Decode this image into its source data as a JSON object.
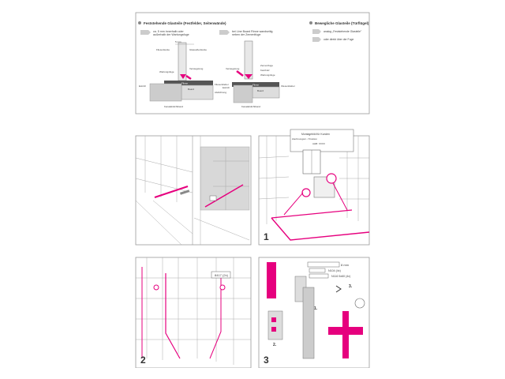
{
  "colors": {
    "accent": "#e6007e",
    "line": "#888888",
    "tile": "#bbbbbb",
    "dark": "#444444"
  },
  "legend": {
    "fixed_title": "Feststehende Glasteile (Festfelder, Seitenwände)",
    "fixed_item1a": "ca. 5 mm innerhalb oder",
    "fixed_item1b": "außerhalb der Wartungsfuge",
    "fixed_item2a": "bei Line Board Rinne wandseitig",
    "fixed_item2b": "neben der Zementfuge",
    "moving_title": "Bewegliche Glasteile (Türflügel)",
    "moving_item1": "analog „Feststehende Glasteile\"",
    "moving_item2": "oder direkt über der Fuge"
  },
  "diagram_left": {
    "label_5mm": "5 mm",
    "label_fliesenkante": "Fliesenkante",
    "label_glaskante": "Glasaußenkante",
    "label_versiegelung": "Versiegelung",
    "label_wartungsfuge": "Wartungsfuge",
    "label_estrich": "Estrich",
    "label_fliese": "Fliese",
    "label_fliesenkleber": "Fliesenkleber",
    "label_board": "Board",
    "label_kanal": "Kanalabdichtband",
    "label_abdichtung": "Abdichtung"
  },
  "diagram_right": {
    "label_versiegelung": "Versiegelung",
    "label_zementfuge": "Zementfuge",
    "label_kantholz": "Kantholz",
    "label_wartungsfuge": "Wartungsfuge",
    "label_estrich": "Estrich",
    "label_fliese": "Fliese",
    "label_fliesenkleber": "Fliesenkleber",
    "label_board": "Board",
    "label_kanal": "Kanalabdichtband"
  },
  "panel1": {
    "step": "1",
    "note_title": "Montagebild für Kunden",
    "note_line": "Zeichnungsnr. / Position",
    "note_ref": "AHB: XXXX"
  },
  "panel2": {
    "step": "2",
    "tag": "8417 (2x)"
  },
  "panel3": {
    "step": "3",
    "sub1": "1.",
    "sub2": "2.",
    "sub3": "3.",
    "spec_drill": "8 mm",
    "spec_screw1": "N104 (4x)",
    "spec_screw2": "N116 5x60 (4x)"
  }
}
